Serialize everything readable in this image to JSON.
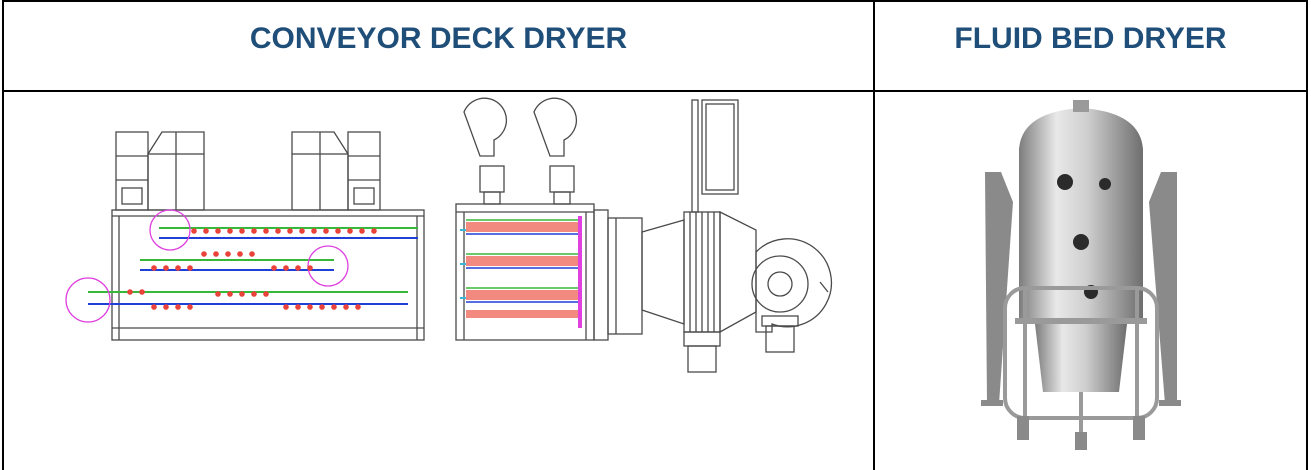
{
  "table": {
    "columns": [
      {
        "header": "CONVEYOR DECK DRYER",
        "image": "conveyor-deck-dryer-drawing"
      },
      {
        "header": "FLUID BED DRYER",
        "image": "fluid-bed-dryer-photo"
      }
    ]
  },
  "colors": {
    "header_text": "#1f4e79",
    "drawing_red": "#e8423a",
    "drawing_blue": "#1f3fd6",
    "drawing_magenta": "#e040e0",
    "drawing_green": "#38b838",
    "drawing_line": "#4a4a4a",
    "steel_light": "#e3e3e3",
    "steel_dark": "#8a8a8a"
  }
}
